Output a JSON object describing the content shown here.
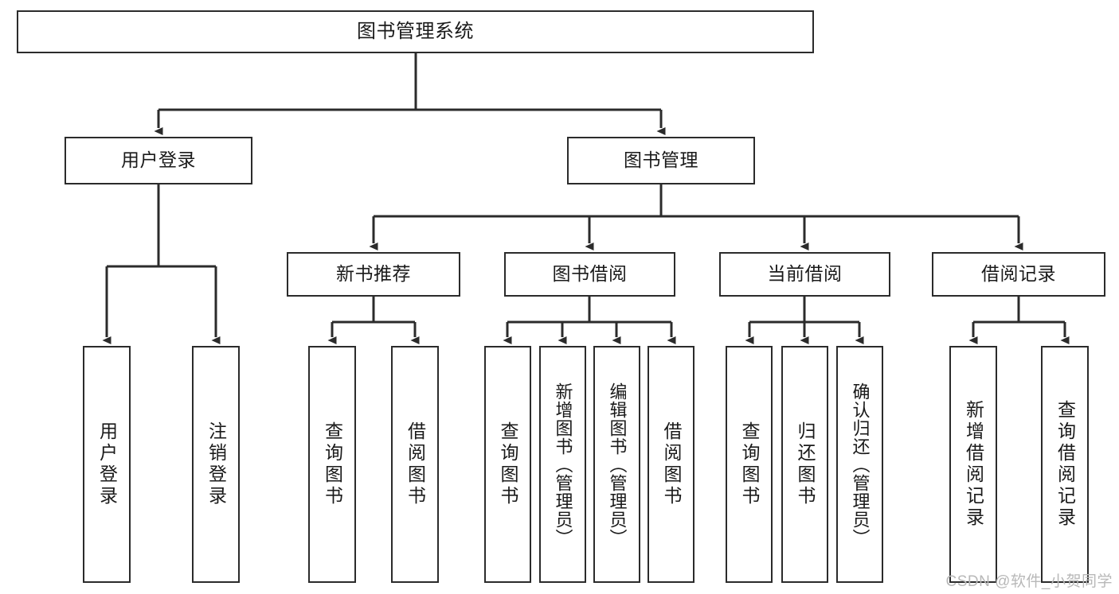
{
  "diagram": {
    "type": "tree-hierarchy-chart",
    "title": "图书管理系统",
    "stroke_color": "#2b2b2b",
    "background_color": "#ffffff",
    "nodes": {
      "root": {
        "label": "图书管理系统"
      },
      "level1": [
        {
          "id": "user-login",
          "label": "用户登录"
        },
        {
          "id": "book-manage",
          "label": "图书管理"
        }
      ],
      "level2": [
        {
          "id": "new-book-recommend",
          "label": "新书推荐"
        },
        {
          "id": "book-borrow",
          "label": "图书借阅"
        },
        {
          "id": "current-borrow",
          "label": "当前借阅"
        },
        {
          "id": "borrow-record",
          "label": "借阅记录"
        }
      ],
      "leaves": {
        "user_login": [
          {
            "id": "leaf-user-login",
            "label": "用户登录"
          },
          {
            "id": "leaf-user-logout",
            "label": "注销登录"
          }
        ],
        "new_book_recommend": [
          {
            "id": "leaf-query-book-1",
            "label": "查询图书"
          },
          {
            "id": "leaf-borrow-book-1",
            "label": "借阅图书"
          }
        ],
        "book_borrow": [
          {
            "id": "leaf-query-book-2",
            "label": "查询图书"
          },
          {
            "id": "leaf-add-book",
            "label": "新增图书（管理员）"
          },
          {
            "id": "leaf-edit-book",
            "label": "编辑图书（管理员）"
          },
          {
            "id": "leaf-borrow-book-2",
            "label": "借阅图书"
          }
        ],
        "current_borrow": [
          {
            "id": "leaf-query-book-3",
            "label": "查询图书"
          },
          {
            "id": "leaf-return-book",
            "label": "归还图书"
          },
          {
            "id": "leaf-confirm-return",
            "label": "确认归还（管理员）"
          }
        ],
        "borrow_record": [
          {
            "id": "leaf-add-record",
            "label": "新增借阅记录"
          },
          {
            "id": "leaf-query-record",
            "label": "查询借阅记录"
          }
        ]
      }
    }
  },
  "watermark": {
    "text": "CSDN @软件_小贺同学"
  }
}
